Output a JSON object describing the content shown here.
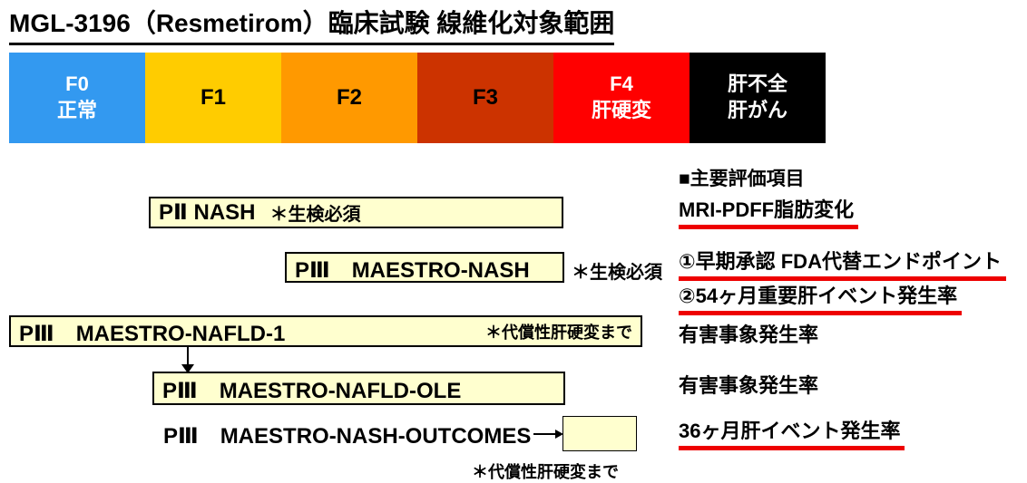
{
  "title": "MGL-3196（Resmetirom）臨床試験 線維化対象範囲",
  "colors": {
    "underline_red": "#EE0000",
    "trial_box_fill": "#FFFFCF",
    "stage_f0_blue": "#3399F0",
    "stage_f1_gold": "#FFCC00",
    "stage_f2_orange": "#FF9900",
    "stage_f3_brick": "#CC3300",
    "stage_f4_red": "#FF0000",
    "stage_end_black": "#000000"
  },
  "fibrosis_bar": {
    "segments": [
      {
        "lines": [
          "F0",
          "正常"
        ],
        "color": "#3399F0",
        "text_color": "#FFFFFF"
      },
      {
        "lines": [
          "F1"
        ],
        "color": "#FFCC00",
        "text_color": "#000000"
      },
      {
        "lines": [
          "F2"
        ],
        "color": "#FF9900",
        "text_color": "#000000"
      },
      {
        "lines": [
          "F3"
        ],
        "color": "#CC3300",
        "text_color": "#000000"
      },
      {
        "lines": [
          "F4",
          "肝硬変"
        ],
        "color": "#FF0000",
        "text_color": "#FFFFFF"
      },
      {
        "lines": [
          "肝不全",
          "肝がん"
        ],
        "color": "#000000",
        "text_color": "#FFFFFF"
      }
    ]
  },
  "trials": [
    {
      "name": "PⅡ NASH",
      "note": "＊生検必須"
    },
    {
      "name": "PⅢ　MAESTRO-NASH",
      "note": "＊生検必須"
    },
    {
      "name": "PⅢ　MAESTRO-NAFLD-1",
      "note": "＊代償性肝硬変まで"
    },
    {
      "name": "PⅢ　MAESTRO-NAFLD-OLE",
      "note": ""
    },
    {
      "name": "PⅢ　MAESTRO-NASH-OUTCOMES",
      "note": "＊代償性肝硬変まで"
    }
  ],
  "endpoints": {
    "header": "■主要評価項目",
    "items": [
      {
        "text": "MRI-PDFF脂肪変化",
        "underlined": true
      },
      {
        "text": "①早期承認 FDA代替エンドポイント",
        "underlined": true
      },
      {
        "text": "②54ヶ月重要肝イベント発生率",
        "underlined": true
      },
      {
        "text": "有害事象発生率",
        "underlined": false
      },
      {
        "text": "有害事象発生率",
        "underlined": false
      },
      {
        "text": "36ヶ月肝イベント発生率",
        "underlined": true
      }
    ]
  }
}
